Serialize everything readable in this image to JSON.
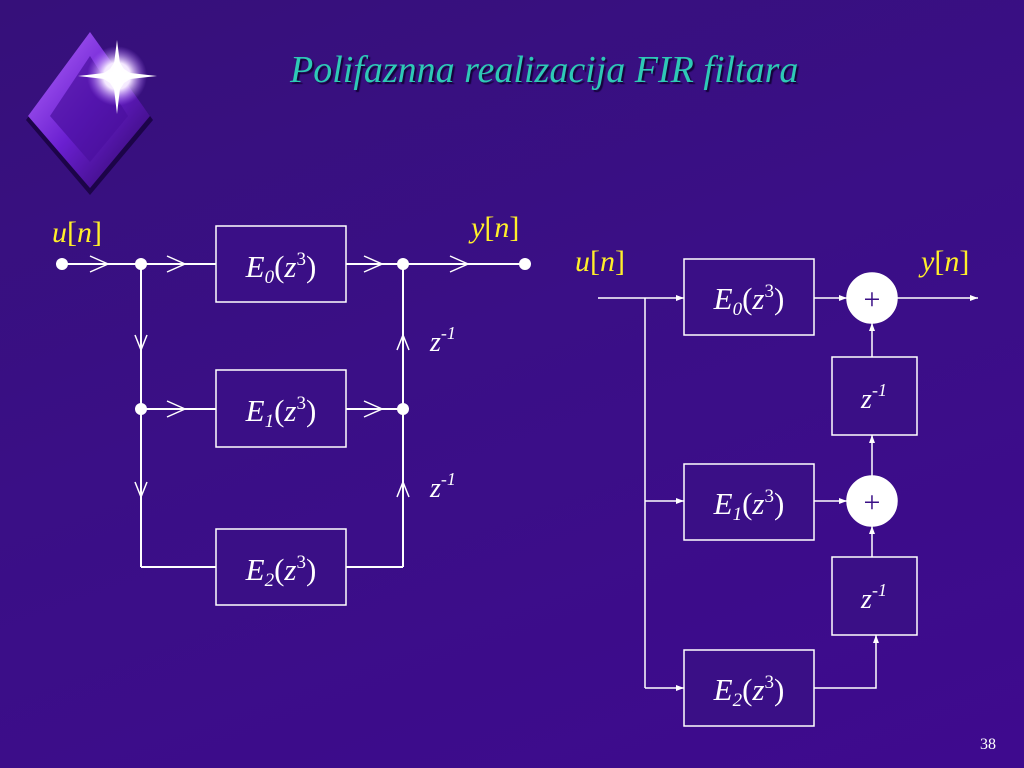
{
  "title": "Polifaznna realizacija FIR filtara",
  "slide_number": "38",
  "left": {
    "input": {
      "base": "u",
      "arg": "n"
    },
    "output": {
      "base": "y",
      "arg": "n"
    },
    "blocks": [
      {
        "E": "E",
        "sub": "0",
        "z": "z",
        "exp": "3"
      },
      {
        "E": "E",
        "sub": "1",
        "z": "z",
        "exp": "3"
      },
      {
        "E": "E",
        "sub": "2",
        "z": "z",
        "exp": "3"
      }
    ],
    "delays": [
      {
        "z": "z",
        "exp": "-1"
      },
      {
        "z": "z",
        "exp": "-1"
      }
    ]
  },
  "right": {
    "input": {
      "base": "u",
      "arg": "n"
    },
    "output": {
      "base": "y",
      "arg": "n"
    },
    "blocks": [
      {
        "E": "E",
        "sub": "0",
        "z": "z",
        "exp": "3"
      },
      {
        "E": "E",
        "sub": "1",
        "z": "z",
        "exp": "3"
      },
      {
        "E": "E",
        "sub": "2",
        "z": "z",
        "exp": "3"
      }
    ],
    "delays": [
      {
        "z": "z",
        "exp": "-1"
      },
      {
        "z": "z",
        "exp": "-1"
      }
    ],
    "adders": [
      "+",
      "+"
    ]
  },
  "colors": {
    "background": "#3a0f86",
    "title": "#2ec9b6",
    "signal_label": "#ffef2a",
    "lines": "#ffffff"
  }
}
